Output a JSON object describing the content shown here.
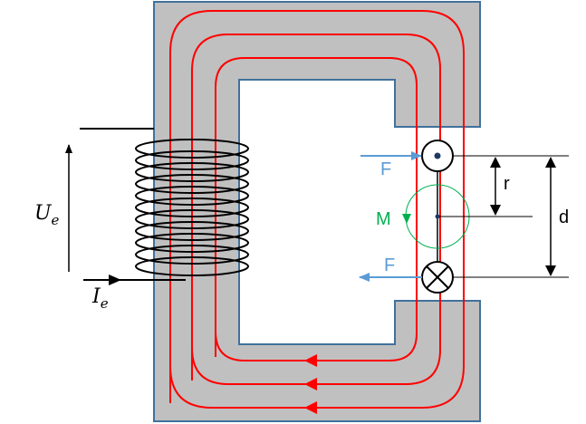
{
  "labels": {
    "voltage_symbol": "U",
    "voltage_subscript": "e",
    "current_symbol": "I",
    "current_subscript": "e",
    "force_top": "F",
    "force_bottom": "F",
    "torque": "M",
    "radius": "r",
    "distance": "d"
  },
  "colors": {
    "core_fill": "#c0c0c0",
    "core_stroke": "#41719c",
    "flux_lines": "#ff0000",
    "force_arrows": "#5b9bd5",
    "torque": "#00b050",
    "winding": "#000000"
  }
}
